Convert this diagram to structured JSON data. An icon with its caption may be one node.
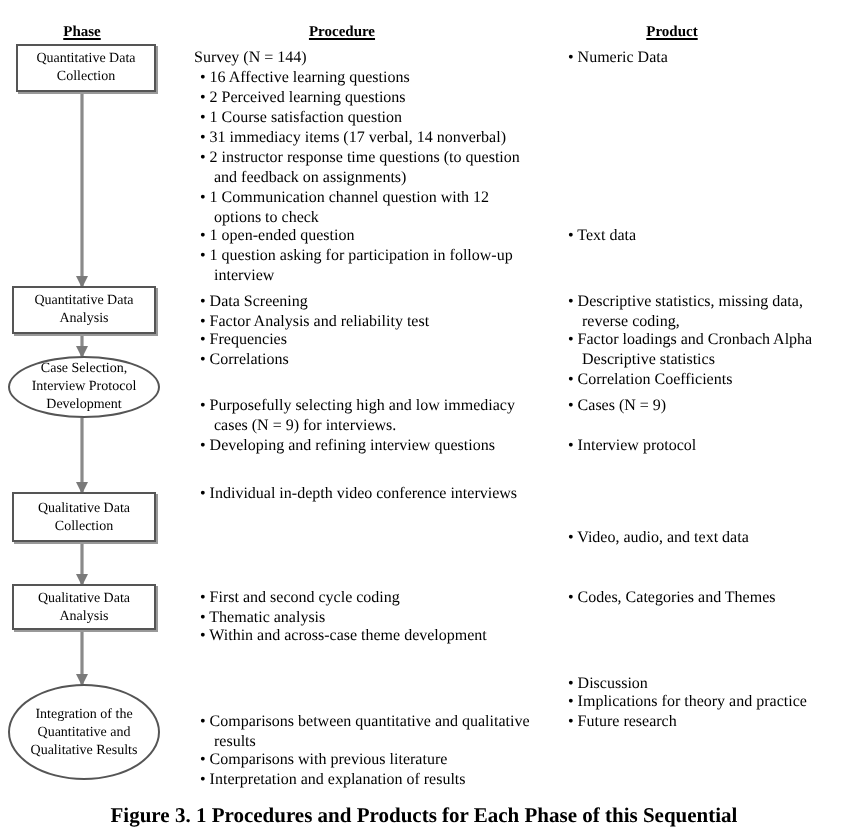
{
  "diagram": {
    "caption": "Figure 3. 1 Procedures and Products for Each Phase of this Sequential",
    "nodes": [
      {
        "text": [
          "Quantitative Data Collection"
        ]
      },
      {
        "text": [
          "Quantitative Data Analysis"
        ]
      },
      {
        "text": [
          "Case Selection, Interview Protocol Development"
        ]
      },
      {
        "text": [
          "Qualitative Data Collection"
        ]
      },
      {
        "text": [
          "Qualitative Data Analysis"
        ]
      },
      {
        "text": [
          "Integration of the Quantitative and Qualitative Results"
        ]
      }
    ],
    "edges": [
      {
        "from": 0,
        "to": 1,
        "arrow": "to"
      },
      {
        "from": 1,
        "to": 2,
        "arrow": "to"
      },
      {
        "from": 2,
        "to": 3,
        "arrow": "to"
      },
      {
        "from": 3,
        "to": 4,
        "arrow": "to"
      },
      {
        "from": 4,
        "to": 5,
        "arrow": "to"
      }
    ],
    "labels": [
      "Phase",
      "Procedure",
      "Product",
      "Survey (N = 144)",
      "• Numeric Data",
      "• 16 Affective learning questions",
      "• 2 Perceived learning questions",
      "• 1 Course satisfaction question",
      "• 31 immediacy items (17 verbal, 14 nonverbal)",
      "• 2 instructor response time questions (to question and feedback on assignments)",
      "• 1 Communication channel question with 12 options to check",
      "• 1 open-ended question",
      "• Text data",
      "• 1 question asking for participation in follow-up interview",
      "• Data Screening",
      "• Descriptive statistics, missing data, reverse coding,",
      "• Factor Analysis and reliability test",
      "• Frequencies",
      "• Factor loadings and Cronbach Alpha Descriptive statistics",
      "• Correlations",
      "• Correlation Coefficients",
      "• Purposefully selecting high and low immediacy cases (N = 9) for interviews.",
      "• Cases (N = 9)",
      "• Developing and refining interview questions",
      "• Interview protocol",
      "• Individual in-depth video conference interviews",
      "• Video, audio, and text data",
      "• First and second cycle coding",
      "• Codes, Categories and Themes",
      "• Thematic analysis",
      "• Within and across-case theme development",
      "• Discussion",
      "• Implications for theory and practice",
      "• Comparisons between quantitative and qualitative results",
      "• Future research",
      "• Comparisons with previous literature",
      "• Interpretation and explanation of results"
    ]
  }
}
